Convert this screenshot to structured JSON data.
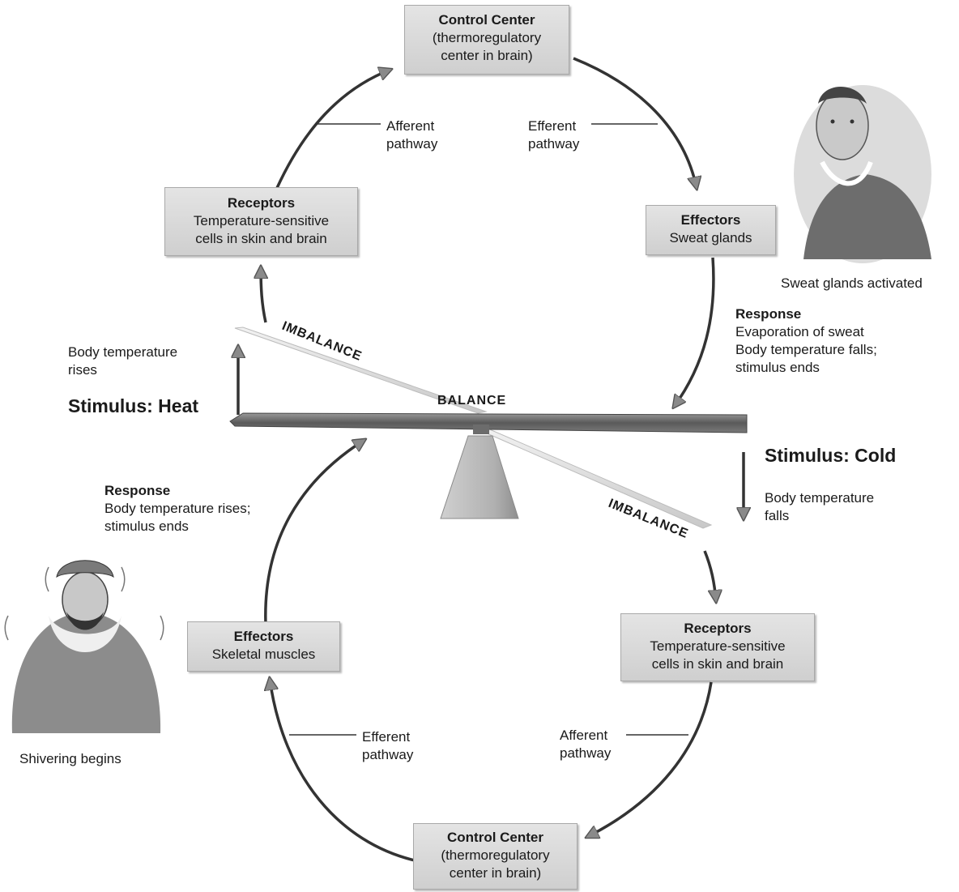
{
  "top_cycle": {
    "control_center": {
      "title": "Control Center",
      "line1": "(thermoregulatory",
      "line2": "center in brain)"
    },
    "receptors": {
      "title": "Receptors",
      "line1": "Temperature-sensitive",
      "line2": "cells in skin and brain"
    },
    "effectors": {
      "title": "Effectors",
      "line1": "Sweat glands"
    },
    "afferent": {
      "line1": "Afferent",
      "line2": "pathway"
    },
    "efferent": {
      "line1": "Efferent",
      "line2": "pathway"
    },
    "response": {
      "title": "Response",
      "line1": "Evaporation of sweat",
      "line2": "Body temperature falls;",
      "line3": "stimulus ends"
    },
    "caption": "Sweat glands activated"
  },
  "bottom_cycle": {
    "control_center": {
      "title": "Control Center",
      "line1": "(thermoregulatory",
      "line2": "center in brain)"
    },
    "receptors": {
      "title": "Receptors",
      "line1": "Temperature-sensitive",
      "line2": "cells in skin and brain"
    },
    "effectors": {
      "title": "Effectors",
      "line1": "Skeletal muscles"
    },
    "afferent": {
      "line1": "Afferent",
      "line2": "pathway"
    },
    "efferent": {
      "line1": "Efferent",
      "line2": "pathway"
    },
    "response": {
      "title": "Response",
      "line1": "Body temperature rises;",
      "line2": "stimulus ends"
    },
    "caption": "Shivering begins"
  },
  "balance": {
    "balance_label": "BALANCE",
    "imbalance_top": "IMBALANCE",
    "imbalance_bottom": "IMBALANCE",
    "stimulus_heat": "Stimulus: Heat",
    "heat_note_line1": "Body temperature",
    "heat_note_line2": "rises",
    "stimulus_cold": "Stimulus: Cold",
    "cold_note_line1": "Body temperature",
    "cold_note_line2": "falls"
  },
  "colors": {
    "box_fill": "#d8d8d8",
    "arrow": "#333333",
    "arrowhead": "#8a8a8a",
    "beam": "#6f6f6f"
  }
}
